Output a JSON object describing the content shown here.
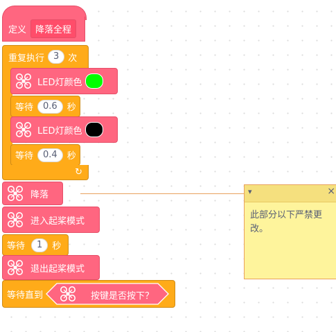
{
  "script": {
    "define": {
      "keyword": "定义",
      "name": "降落全程"
    },
    "repeat": {
      "keyword": "重复执行",
      "count": "3",
      "suffix": "次"
    },
    "led_green": {
      "label": "LED灯颜色",
      "color": "#00ff00"
    },
    "wait1": {
      "keyword": "等待",
      "value": "0.6",
      "unit": "秒"
    },
    "led_black": {
      "label": "LED灯颜色",
      "color": "#000000"
    },
    "wait2": {
      "keyword": "等待",
      "value": "0.4",
      "unit": "秒"
    },
    "loop_arrow": "↻",
    "land": {
      "label": "降落"
    },
    "enter_mode": {
      "label": "进入起桨模式"
    },
    "wait3": {
      "keyword": "等待",
      "value": "1",
      "unit": "秒"
    },
    "exit_mode": {
      "label": "退出起桨模式"
    },
    "wait_until": {
      "keyword": "等待直到",
      "condition": "按键是否按下？"
    }
  },
  "comment": {
    "collapse_icon": "▾",
    "close_icon": "×",
    "text": "此部分以下严禁更改。"
  },
  "colors": {
    "control": "#ffab19",
    "custom": "#ff6680",
    "note": "#fef49c"
  }
}
